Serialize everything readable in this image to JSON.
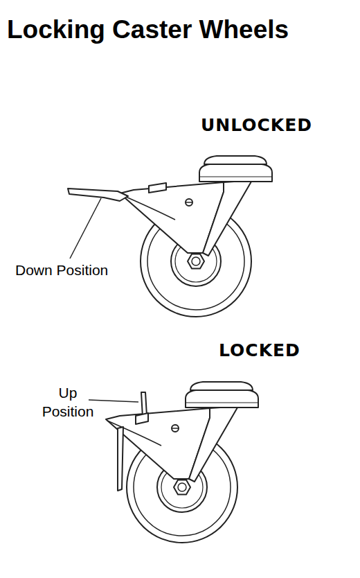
{
  "diagram": {
    "title": "Locking Caster Wheels",
    "labels": [
      "UNLOCKED",
      "Down Position",
      "LOCKED",
      "Up Position"
    ]
  }
}
